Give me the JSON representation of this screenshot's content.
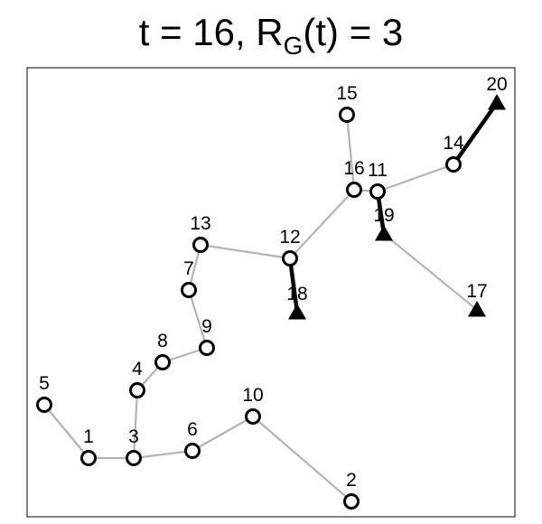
{
  "title": {
    "prefix": "t = 16, R",
    "subscript": "G",
    "suffix": "(t) = 3"
  },
  "colors": {
    "edge_inactive": "#b3b3b3",
    "edge_active": "#000000",
    "node": "#000000",
    "background": "#ffffff"
  },
  "nodes": [
    {
      "id": "1",
      "label": "1",
      "shape": "circle"
    },
    {
      "id": "2",
      "label": "2",
      "shape": "circle"
    },
    {
      "id": "3",
      "label": "3",
      "shape": "circle"
    },
    {
      "id": "4",
      "label": "4",
      "shape": "circle"
    },
    {
      "id": "5",
      "label": "5",
      "shape": "circle"
    },
    {
      "id": "6",
      "label": "6",
      "shape": "circle"
    },
    {
      "id": "7",
      "label": "7",
      "shape": "circle"
    },
    {
      "id": "8",
      "label": "8",
      "shape": "circle"
    },
    {
      "id": "9",
      "label": "9",
      "shape": "circle"
    },
    {
      "id": "10",
      "label": "10",
      "shape": "circle"
    },
    {
      "id": "11",
      "label": "11",
      "shape": "circle"
    },
    {
      "id": "12",
      "label": "12",
      "shape": "circle"
    },
    {
      "id": "13",
      "label": "13",
      "shape": "circle"
    },
    {
      "id": "14",
      "label": "14",
      "shape": "circle"
    },
    {
      "id": "15",
      "label": "15",
      "shape": "circle"
    },
    {
      "id": "16",
      "label": "16",
      "shape": "circle"
    },
    {
      "id": "17",
      "label": "17",
      "shape": "triangle"
    },
    {
      "id": "18",
      "label": "18",
      "shape": "triangle"
    },
    {
      "id": "19",
      "label": "19",
      "shape": "triangle"
    },
    {
      "id": "20",
      "label": "20",
      "shape": "triangle"
    }
  ],
  "edges": [
    {
      "from": "5",
      "to": "1",
      "active": false
    },
    {
      "from": "1",
      "to": "3",
      "active": false
    },
    {
      "from": "3",
      "to": "4",
      "active": false
    },
    {
      "from": "3",
      "to": "6",
      "active": false
    },
    {
      "from": "4",
      "to": "8",
      "active": false
    },
    {
      "from": "8",
      "to": "9",
      "active": false
    },
    {
      "from": "9",
      "to": "7",
      "active": false
    },
    {
      "from": "7",
      "to": "13",
      "active": false
    },
    {
      "from": "13",
      "to": "12",
      "active": false
    },
    {
      "from": "6",
      "to": "10",
      "active": false
    },
    {
      "from": "10",
      "to": "2",
      "active": false
    },
    {
      "from": "12",
      "to": "16",
      "active": false
    },
    {
      "from": "16",
      "to": "15",
      "active": false
    },
    {
      "from": "16",
      "to": "11",
      "active": false
    },
    {
      "from": "11",
      "to": "14",
      "active": false
    },
    {
      "from": "19",
      "to": "17",
      "active": false
    },
    {
      "from": "12",
      "to": "18",
      "active": true
    },
    {
      "from": "11",
      "to": "19",
      "active": true
    },
    {
      "from": "14",
      "to": "20",
      "active": true
    }
  ]
}
